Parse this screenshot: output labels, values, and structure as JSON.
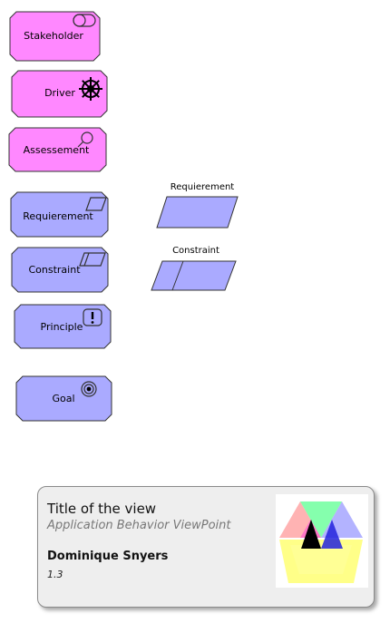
{
  "elements": {
    "stakeholder": {
      "label": "Stakeholder",
      "icon": "toggle-icon"
    },
    "driver": {
      "label": "Driver",
      "icon": "ship-wheel-icon"
    },
    "assessment": {
      "label": "Assessement",
      "icon": "magnifier-icon"
    },
    "requirement": {
      "label": "Requierement",
      "icon": "parallelogram-icon"
    },
    "constraint": {
      "label": "Constraint",
      "icon": "double-parallelogram-icon"
    },
    "principle": {
      "label": "Principle",
      "icon": "exclamation-icon"
    },
    "goal": {
      "label": "Goal",
      "icon": "target-icon"
    }
  },
  "shapes": {
    "requirement_caption": "Requierement",
    "constraint_caption": "Constraint"
  },
  "legend": {
    "title": "Title of the view",
    "subtitle": "Application Behavior ViewPoint",
    "author": "Dominique Snyers",
    "version": "1.3"
  },
  "colors": {
    "motivation_pink": "#ff88ff",
    "motivation_blue": "#aaaaff",
    "outline": "#333333"
  }
}
